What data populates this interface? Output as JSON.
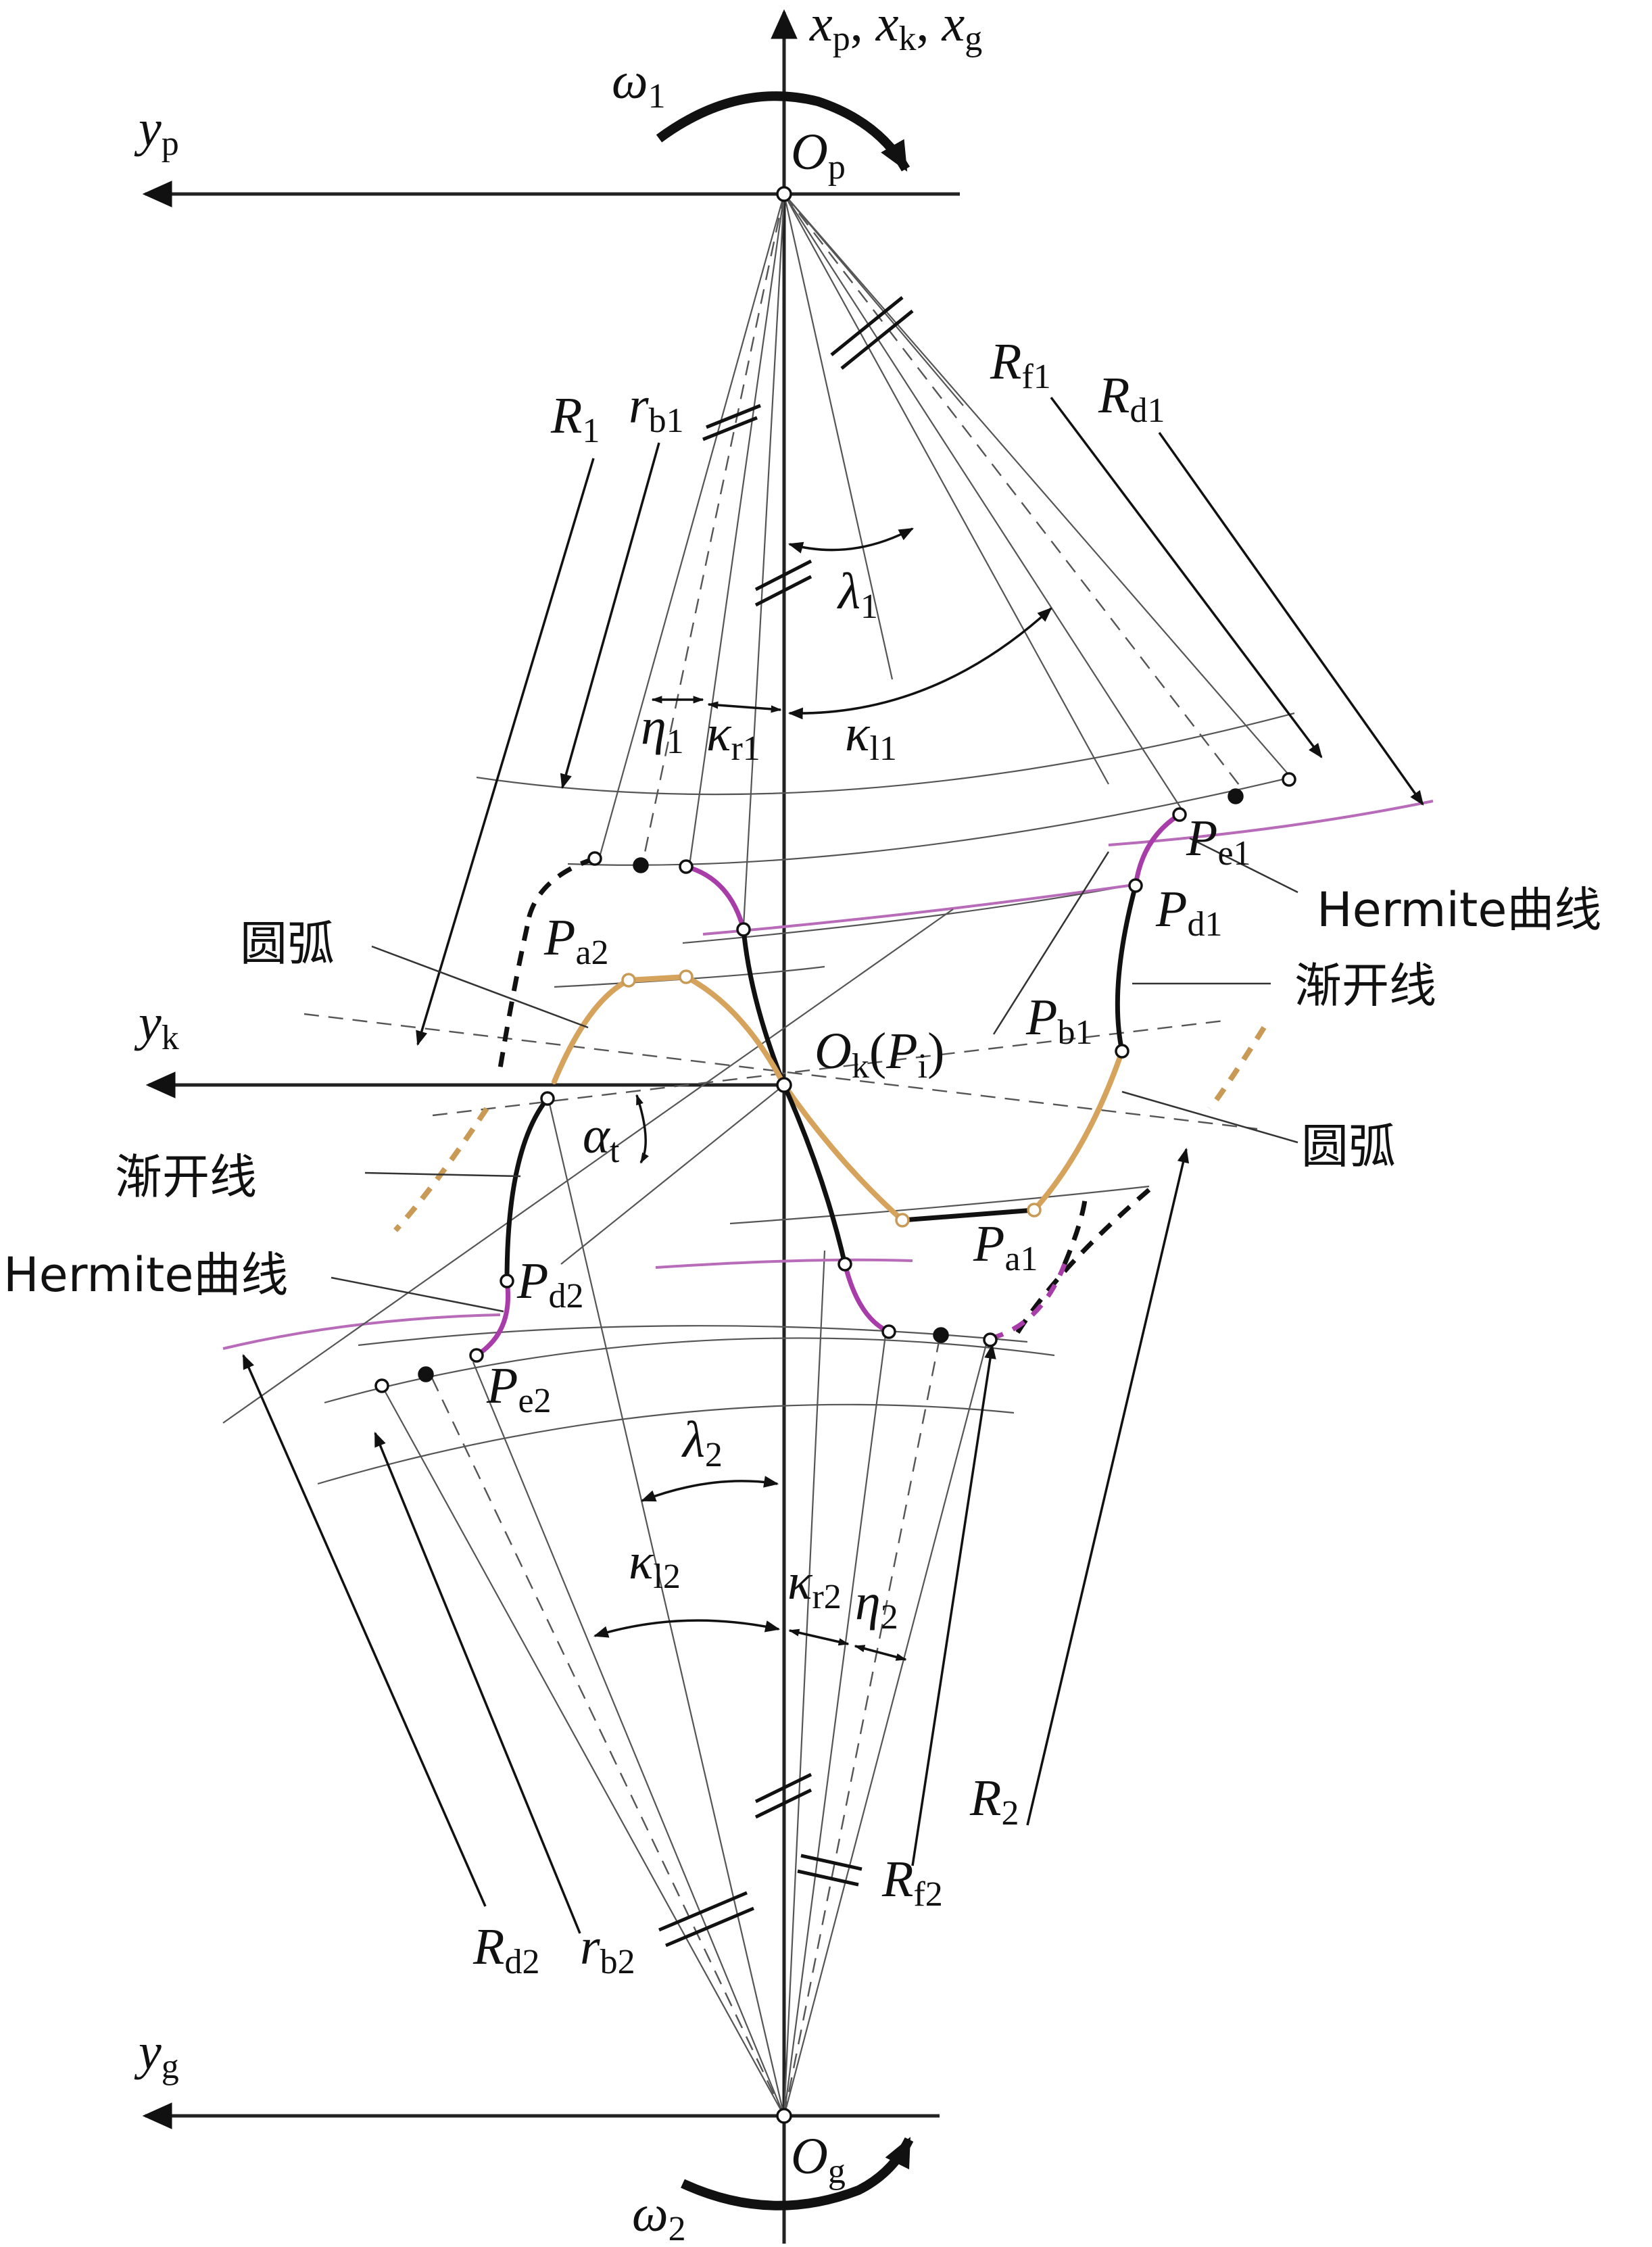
{
  "axes": {
    "top_vertical": {
      "x": "x",
      "p": "p",
      "k": "k",
      "g": "g",
      "sep": ", "
    },
    "yp": {
      "main": "y",
      "sub": "p"
    },
    "yk": {
      "main": "y",
      "sub": "k"
    },
    "yg": {
      "main": "y",
      "sub": "g"
    }
  },
  "origins": {
    "Op": {
      "main": "O",
      "sub": "p"
    },
    "Ok": {
      "main": "O",
      "sub": "k",
      "paren_open": "(",
      "P": "P",
      "i": "i",
      "paren_close": ")"
    },
    "Og": {
      "main": "O",
      "sub": "g"
    }
  },
  "rotation": {
    "omega1": {
      "main": "ω",
      "sub": "1"
    },
    "omega2": {
      "main": "ω",
      "sub": "2"
    }
  },
  "radii": {
    "R1": {
      "main": "R",
      "sub": "1"
    },
    "rb1": {
      "main": "r",
      "sub": "b1"
    },
    "Rf1": {
      "main": "R",
      "sub": "f1"
    },
    "Rd1": {
      "main": "R",
      "sub": "d1"
    },
    "R2": {
      "main": "R",
      "sub": "2"
    },
    "Rf2": {
      "main": "R",
      "sub": "f2"
    },
    "Rd2": {
      "main": "R",
      "sub": "d2"
    },
    "rb2": {
      "main": "r",
      "sub": "b2"
    }
  },
  "angles": {
    "lambda1": {
      "main": "λ",
      "sub": "1"
    },
    "eta1": {
      "main": "η",
      "sub": "1"
    },
    "kappa_r1": {
      "main": "κ",
      "sub": "r1"
    },
    "kappa_l1": {
      "main": "κ",
      "sub": "l1"
    },
    "alpha_t": {
      "main": "α",
      "sub": "t"
    },
    "lambda2": {
      "main": "λ",
      "sub": "2"
    },
    "kappa_l2": {
      "main": "κ",
      "sub": "l2"
    },
    "kappa_r2": {
      "main": "κ",
      "sub": "r2"
    },
    "eta2": {
      "main": "η",
      "sub": "2"
    }
  },
  "points": {
    "Pe1": {
      "main": "P",
      "sub": "e1"
    },
    "Pd1": {
      "main": "P",
      "sub": "d1"
    },
    "Pb1": {
      "main": "P",
      "sub": "b1"
    },
    "Pa1": {
      "main": "P",
      "sub": "a1"
    },
    "Pa2": {
      "main": "P",
      "sub": "a2"
    },
    "Pd2": {
      "main": "P",
      "sub": "d2"
    },
    "Pe2": {
      "main": "P",
      "sub": "e2"
    }
  },
  "curve_labels": {
    "hermite_right": "Hermite曲线",
    "involute_right": "渐开线",
    "arc_right": "圆弧",
    "arc_left": "圆弧",
    "involute_left": "渐开线",
    "hermite_left": "Hermite曲线"
  },
  "colors": {
    "hermite": "#a83ca8",
    "arc": "#d6a35c",
    "involute": "#111111",
    "construction": "#555555"
  }
}
